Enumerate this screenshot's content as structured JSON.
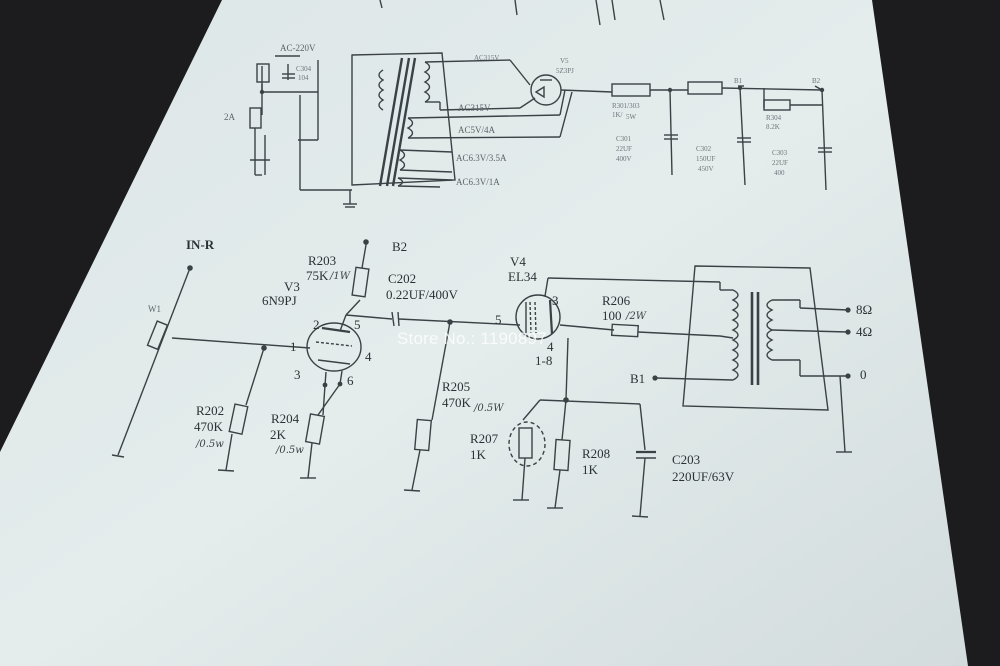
{
  "labels": {
    "ac220": "AC-220V",
    "c304": "C304",
    "c304v": "104",
    "fuse": "2A",
    "ac315a": "AC315V",
    "ac315b": "AC315V",
    "ac5": "AC5V/4A",
    "ac63a": "AC6.3V/3.5A",
    "ac63b": "AC6.3V/1A",
    "v5": "V5",
    "v5t": "5Z3PJ",
    "r301": "R301/303",
    "r301v": "1K/",
    "r301h": "5W",
    "c301": "C301",
    "c301a": "22UF",
    "c301b": "400V",
    "c302": "C302",
    "c302a": "150UF",
    "c302b": "450V",
    "r304": "R304",
    "r304v": "8.2K",
    "c303": "C303",
    "c303a": "22UF",
    "c303b": "400",
    "b1top": "B1",
    "b2top": "B2",
    "inr": "IN-R",
    "w1": "W1",
    "r203": "R203",
    "r203v": "75K",
    "r203h": "/1W",
    "b2": "B2",
    "v3": "V3",
    "v3t": "6N9PJ",
    "c202": "C202",
    "c202v": "0.22UF/400V",
    "p2": "2",
    "p5": "5",
    "p1": "1",
    "p4": "4",
    "p3": "3",
    "p6": "6",
    "r202": "R202",
    "r202v": "470K",
    "r202h": "/0.5w",
    "r204": "R204",
    "r204v": "2K",
    "r204h": "/0.5w",
    "r205": "R205",
    "r205v": "470K",
    "r205h": "/0.5W",
    "v4": "V4",
    "v4t": "EL34",
    "g5": "5",
    "k3": "3",
    "p4b": "4",
    "p18": "1-8",
    "r206": "R206",
    "r206v": "100",
    "r206h": "/2W",
    "r207": "R207",
    "r207v": "1K",
    "r208": "R208",
    "r208v": "1K",
    "c203": "C203",
    "c203v": "220UF/63V",
    "b1": "B1",
    "o8": "8Ω",
    "o4": "4Ω",
    "o0": "0"
  },
  "watermark": "Store No.: 1190897"
}
